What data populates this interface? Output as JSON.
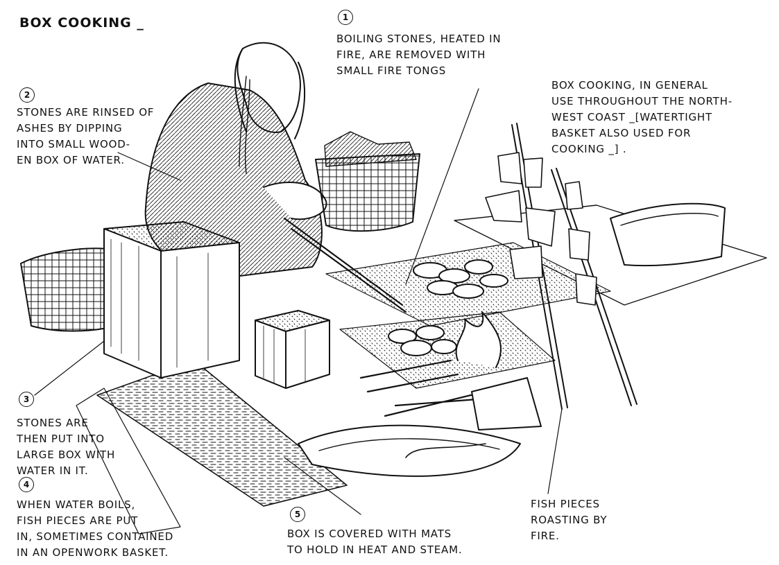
{
  "title": "BOX COOKING _",
  "notes": [
    {
      "number": "1",
      "lines": [
        "BOILING STONES, HEATED IN",
        "FIRE, ARE REMOVED WITH",
        "SMALL FIRE TONGS"
      ]
    },
    {
      "number": "2",
      "lines": [
        "STONES ARE RINSED OF",
        "ASHES BY DIPPING",
        "INTO SMALL WOOD-",
        "EN BOX OF WATER."
      ]
    },
    {
      "number": "3",
      "lines": [
        "STONES ARE",
        "THEN PUT INTO",
        "LARGE BOX WITH",
        "WATER IN IT."
      ]
    },
    {
      "number": "4",
      "lines": [
        "WHEN WATER BOILS,",
        "FISH PIECES ARE PUT",
        "IN, SOMETIMES CONTAINED",
        "IN AN OPENWORK BASKET."
      ]
    },
    {
      "number": "5",
      "lines": [
        "BOX IS COVERED WITH MATS",
        "TO HOLD IN HEAT AND STEAM."
      ]
    }
  ],
  "general_note": [
    "BOX COOKING, IN GENERAL",
    "USE THROUGHOUT THE NORTH-",
    "WEST COAST _[WATERTIGHT",
    "BASKET ALSO USED FOR",
    "COOKING _] ."
  ],
  "fish_note": [
    "FISH PIECES",
    "ROASTING BY",
    "FIRE."
  ]
}
